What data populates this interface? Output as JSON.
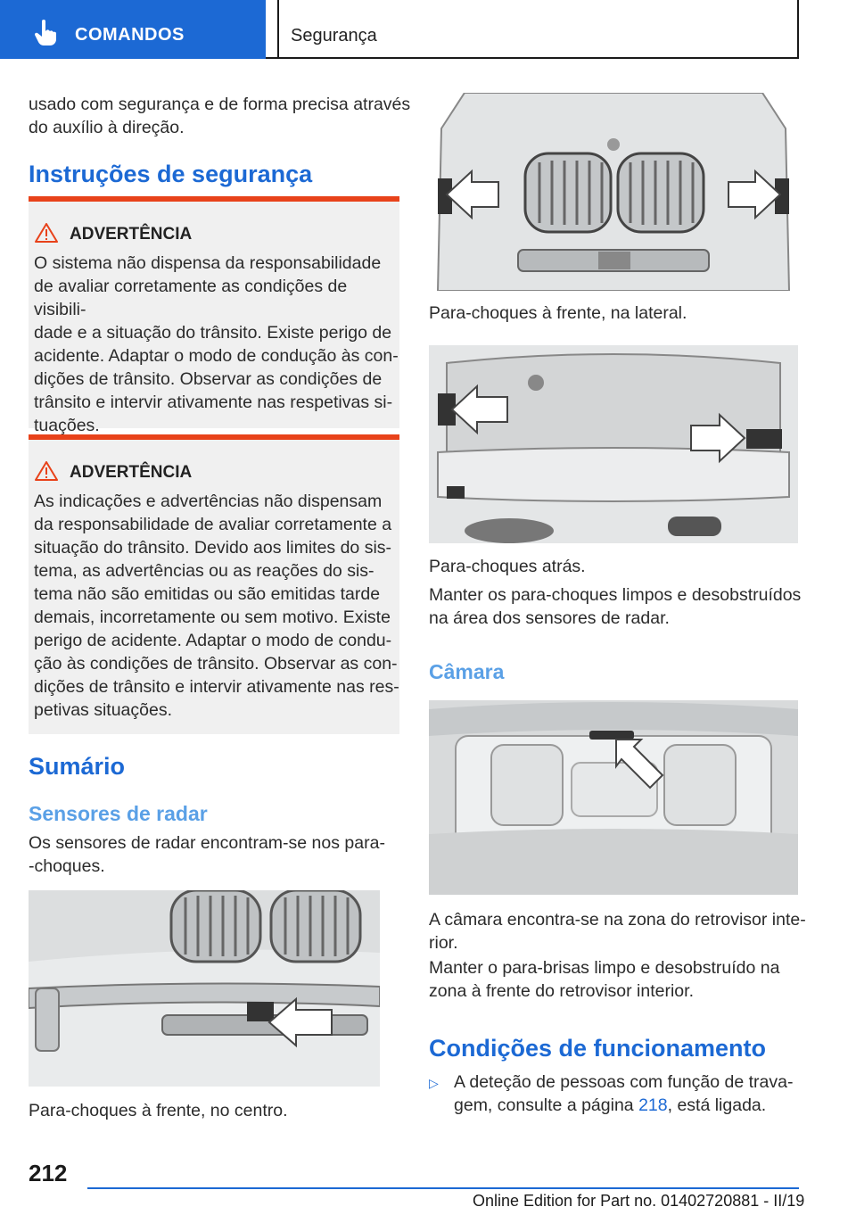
{
  "header": {
    "tab_label": "COMANDOS",
    "section": "Segurança"
  },
  "left": {
    "intro": [
      "usado com segurança e de forma precisa através",
      "do auxílio à direção."
    ],
    "heading_safety": "Instruções de segurança",
    "warning1": {
      "title": "ADVERTÊNCIA",
      "lines": [
        "O sistema não dispensa da responsabilidade",
        "de avaliar corretamente as condições de visibili‐",
        "dade e a situação do trânsito. Existe perigo de",
        "acidente. Adaptar o modo de condução às con‐",
        "dições de trânsito. Observar as condições de",
        "trânsito e intervir ativamente nas respetivas si‐",
        "tuações."
      ]
    },
    "warning2": {
      "title": "ADVERTÊNCIA",
      "lines": [
        "As indicações e advertências não dispensam",
        "da responsabilidade de avaliar corretamente a",
        "situação do trânsito. Devido aos limites do sis‐",
        "tema, as advertências ou as reações do sis‐",
        "tema não são emitidas ou são emitidas tarde",
        "demais, incorretamente ou sem motivo. Existe",
        "perigo de acidente. Adaptar o modo de condu‐",
        "ção às condições de trânsito. Observar as con‐",
        "dições de trânsito e intervir ativamente nas res‐",
        "petivas situações."
      ]
    },
    "heading_summary": "Sumário",
    "heading_radar": "Sensores de radar",
    "radar_text": [
      "Os sensores de radar encontram-se nos para‐",
      "‐choques."
    ],
    "caption_front_center": "Para-choques à frente, no centro."
  },
  "right": {
    "caption_front_side": "Para-choques à frente, na lateral.",
    "caption_rear": "Para-choques atrás.",
    "keep_clean": [
      "Manter os para-choques limpos e desobstruídos",
      "na área dos sensores de radar."
    ],
    "heading_camera": "Câmara",
    "camera_text": [
      "A câmara encontra-se na zona do retrovisor inte‐",
      "rior."
    ],
    "windshield_text": [
      "Manter o para-brisas limpo e desobstruído na",
      "zona à frente do retrovisor interior."
    ],
    "heading_conditions": "Condições de funcionamento",
    "bullet_symbol": "▷",
    "bullet_line1": "A deteção de pessoas com função de trava‐",
    "bullet_line2_a": "gem, consulte a página ",
    "bullet_page_link": "218",
    "bullet_line2_b": ", está ligada."
  },
  "footer": {
    "page_number": "212",
    "edition": "Online Edition for Part no. 01402720881 - II/19"
  },
  "colors": {
    "brand_blue": "#1c69d4",
    "subheading_blue": "#5aa0e6",
    "warning_red": "#e8421a",
    "warning_bg": "#f0f0f0"
  },
  "icons": {
    "tab": "hand-pointer-icon",
    "warning": "warning-triangle-icon"
  }
}
